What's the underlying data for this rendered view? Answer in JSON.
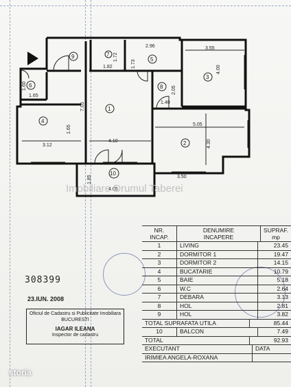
{
  "plan": {
    "rooms": [
      {
        "no": "1"
      },
      {
        "no": "2"
      },
      {
        "no": "3"
      },
      {
        "no": "4"
      },
      {
        "no": "5"
      },
      {
        "no": "6"
      },
      {
        "no": "7"
      },
      {
        "no": "8"
      },
      {
        "no": "9"
      },
      {
        "no": "10"
      }
    ],
    "dimensions": [
      "2.96",
      "3.55",
      "1.72",
      "1.82",
      "1.73",
      "4.00",
      "1.60",
      "1.65",
      "7.05",
      "2.05",
      "1.40",
      "5.05",
      "1.65",
      "3.12",
      "4.10",
      "4.30",
      "3.50",
      "1.85",
      "4.05"
    ],
    "watermark": "Imobiliare Drumul Taberei"
  },
  "table": {
    "header": {
      "nr": "NR.\nINCAP.",
      "denumire": "DENUMIRE\nINCAPERE",
      "supraf": "SUPRAF.\nmp"
    },
    "rows": [
      {
        "nr": "1",
        "name": "LIVING",
        "area": "23.45"
      },
      {
        "nr": "2",
        "name": "DORMITOR 1",
        "area": "19.47"
      },
      {
        "nr": "3",
        "name": "DORMITOR 2",
        "area": "14.15"
      },
      {
        "nr": "4",
        "name": "BUCATARIE",
        "area": "10.79"
      },
      {
        "nr": "5",
        "name": "BAIE",
        "area": "5.18"
      },
      {
        "nr": "6",
        "name": "W.C",
        "area": "2.64"
      },
      {
        "nr": "7",
        "name": "DEBARA",
        "area": "3.13"
      },
      {
        "nr": "8",
        "name": "HOL",
        "area": "2.81"
      },
      {
        "nr": "9",
        "name": "HOL",
        "area": "3.82"
      }
    ],
    "total_util_label": "TOTAL SUPRAFATA UTILA",
    "total_util_value": "85.44",
    "balcon": {
      "nr": "10",
      "name": "BALCON",
      "area": "7.49"
    },
    "total_label": "TOTAL",
    "total_value": "92.93",
    "executant_label": "EXECUTANT",
    "data_label": "DATA",
    "executant_name": "IRIMIEA ANGELA-ROXANA"
  },
  "stamp": {
    "number": "308399",
    "date": "23.IUN. 2008",
    "line1": "Oficiul de Cadastru si Publicitate Imobiliara",
    "line2": "BUCURESTI",
    "name": "IAGAR ILEANA",
    "role": "Inspector de cadastru"
  },
  "brand": "storia"
}
